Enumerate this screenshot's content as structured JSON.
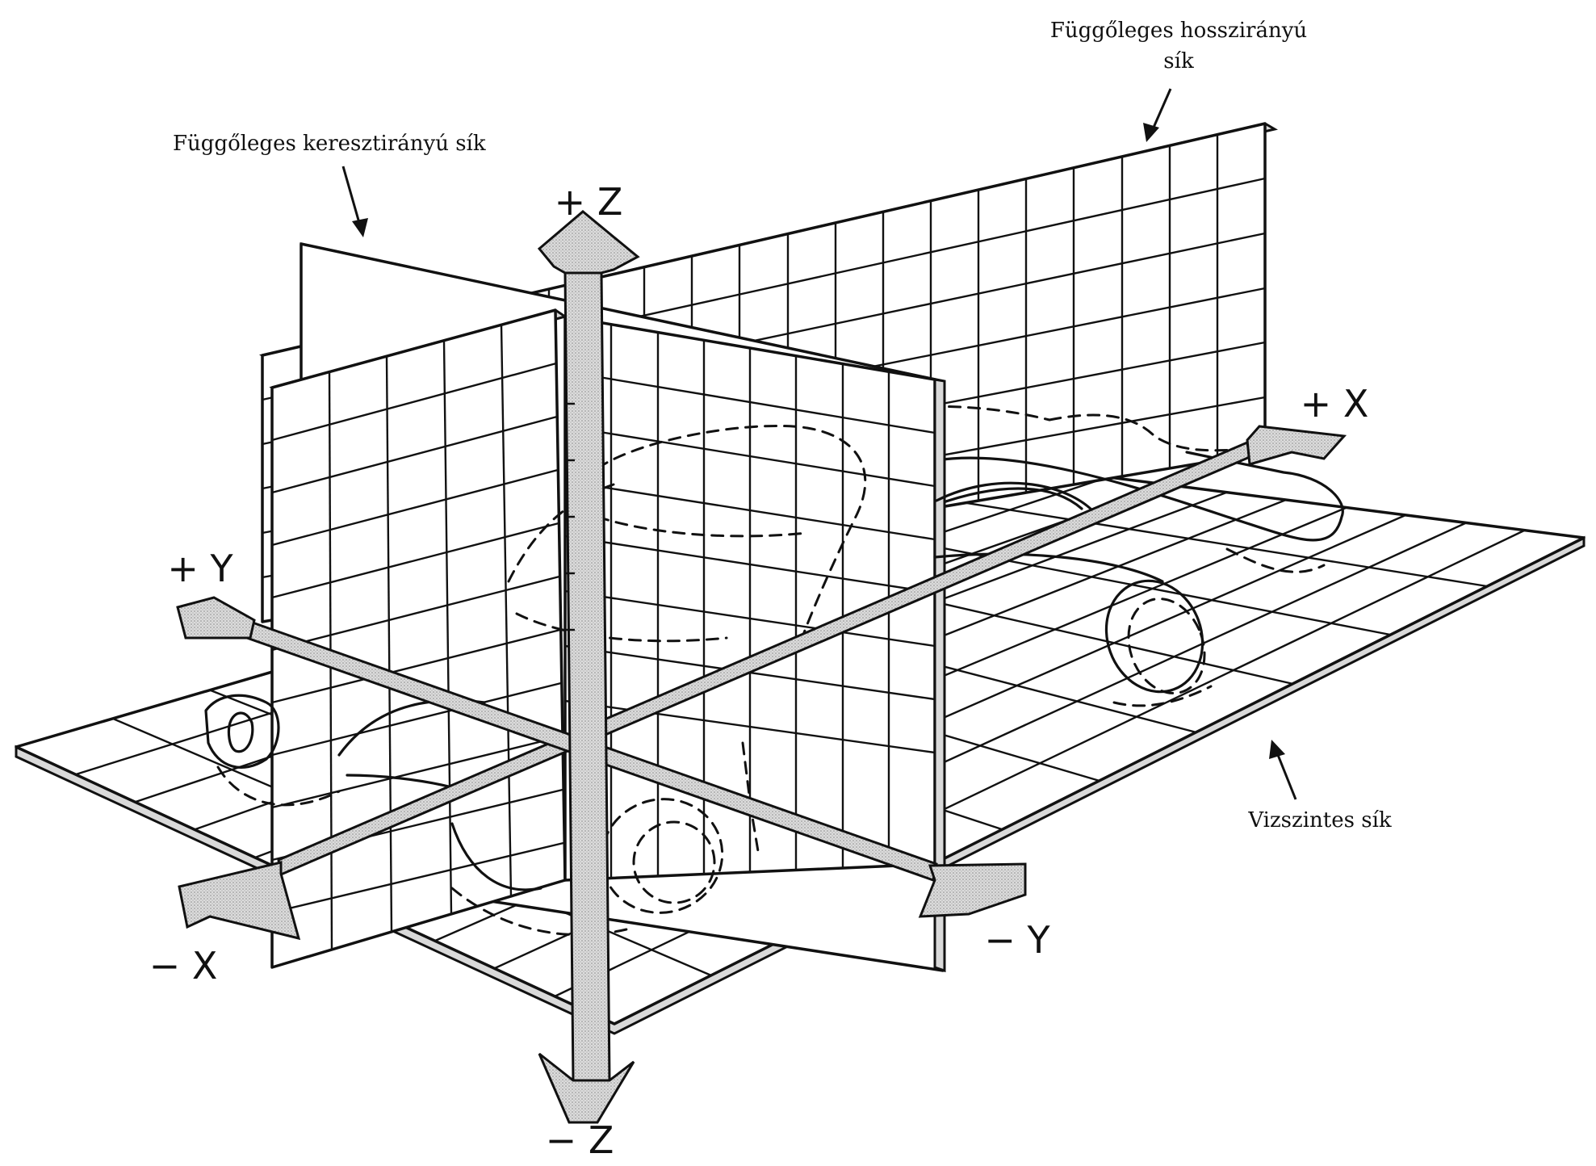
{
  "labels": {
    "longitudinal_plane": [
      "Függőleges hosszirányú",
      "sík"
    ],
    "transverse_plane": "Függőleges keresztirányú sík",
    "horizontal_plane": "Vizszintes sík",
    "axis_plus_z": "+ Z",
    "axis_minus_z": "− Z",
    "axis_plus_x": "+ X",
    "axis_minus_x": "− X",
    "axis_plus_y": "+ Y",
    "axis_minus_y": "− Y"
  }
}
